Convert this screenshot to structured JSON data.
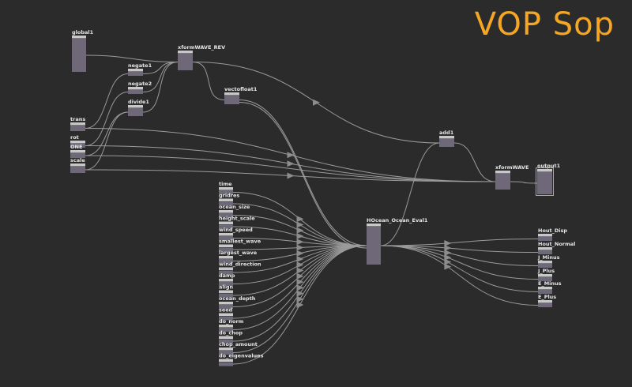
{
  "title": "VOP Sop",
  "colors": {
    "background": "#2b2b2b",
    "title": "#f5a623",
    "node_header": "#c8c8c8",
    "node_body": "#6e6878",
    "wire": "#9a9a9a"
  },
  "nodes": {
    "global1": "global1",
    "xformWAVE_REV": "xformWAVE_REV",
    "negate1": "negate1",
    "negate2": "negate2",
    "divide1": "divide1",
    "vectofloat1": "vectofloat1",
    "trans": "trans",
    "rot": "rot",
    "ONE": "ONE",
    "scale": "scale",
    "add1": "add1",
    "xformWAVE": "xformWAVE",
    "output1": "output1",
    "HOcean": "HOcean_Ocean_Eval1",
    "time": "time",
    "gridres": "gridres",
    "ocean_size": "ocean_size",
    "height_scale": "height_scale",
    "wind_speed": "wind_speed",
    "smallest_wave": "smallest_wave",
    "largest_wave": "largest_wave",
    "wind_direction": "wind_direction",
    "damp": "damp",
    "align": "align",
    "ocean_depth": "ocean_depth",
    "seed": "seed",
    "do_norm": "do_norm",
    "do_chop": "do_chop",
    "chop_amount": "chop_amount",
    "do_eigenvalues": "do_eigenvalues",
    "Hout_Disp": "Hout_Disp",
    "Hout_Normal": "Hout_Normal",
    "J_Minus": "J_Minus",
    "J_Plus": "J_Plus",
    "E_Minus": "E_Minus",
    "E_Plus": "E_Plus"
  },
  "connections": [
    [
      "global1",
      "xformWAVE_REV"
    ],
    [
      "negate1",
      "xformWAVE_REV"
    ],
    [
      "negate2",
      "xformWAVE_REV"
    ],
    [
      "divide1",
      "xformWAVE_REV"
    ],
    [
      "trans",
      "negate1"
    ],
    [
      "rot",
      "negate2"
    ],
    [
      "ONE",
      "divide1"
    ],
    [
      "scale",
      "divide1"
    ],
    [
      "xformWAVE_REV",
      "vectofloat1"
    ],
    [
      "xformWAVE_REV",
      "add1"
    ],
    [
      "vectofloat1",
      "HOcean"
    ],
    [
      "vectofloat1",
      "HOcean"
    ],
    [
      "trans",
      "xformWAVE"
    ],
    [
      "rot",
      "xformWAVE"
    ],
    [
      "ONE",
      "xformWAVE"
    ],
    [
      "scale",
      "xformWAVE"
    ],
    [
      "HOcean",
      "add1"
    ],
    [
      "add1",
      "xformWAVE"
    ],
    [
      "xformWAVE",
      "output1"
    ],
    [
      "time",
      "HOcean"
    ],
    [
      "gridres",
      "HOcean"
    ],
    [
      "ocean_size",
      "HOcean"
    ],
    [
      "height_scale",
      "HOcean"
    ],
    [
      "wind_speed",
      "HOcean"
    ],
    [
      "smallest_wave",
      "HOcean"
    ],
    [
      "largest_wave",
      "HOcean"
    ],
    [
      "wind_direction",
      "HOcean"
    ],
    [
      "damp",
      "HOcean"
    ],
    [
      "align",
      "HOcean"
    ],
    [
      "ocean_depth",
      "HOcean"
    ],
    [
      "seed",
      "HOcean"
    ],
    [
      "do_norm",
      "HOcean"
    ],
    [
      "do_chop",
      "HOcean"
    ],
    [
      "chop_amount",
      "HOcean"
    ],
    [
      "do_eigenvalues",
      "HOcean"
    ],
    [
      "HOcean",
      "Hout_Disp"
    ],
    [
      "HOcean",
      "Hout_Normal"
    ],
    [
      "HOcean",
      "J_Minus"
    ],
    [
      "HOcean",
      "J_Plus"
    ],
    [
      "HOcean",
      "E_Minus"
    ],
    [
      "HOcean",
      "E_Plus"
    ]
  ]
}
